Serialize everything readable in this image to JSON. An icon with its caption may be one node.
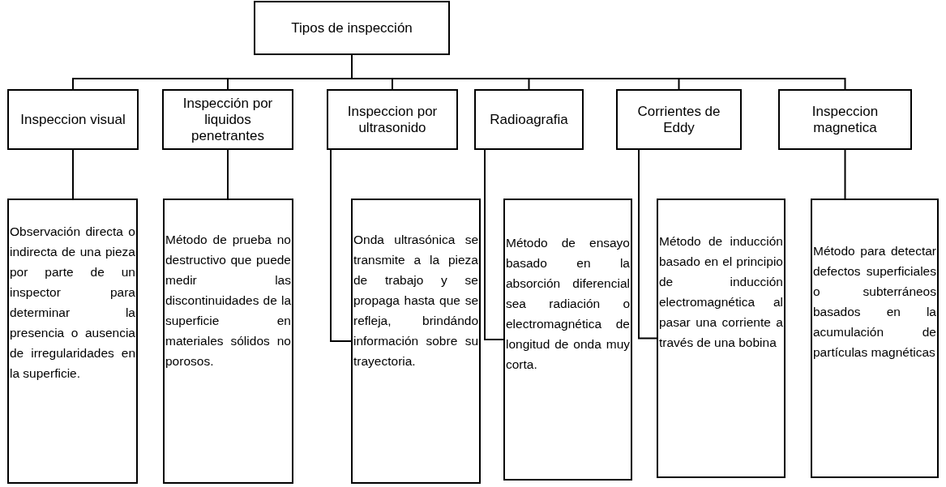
{
  "diagram": {
    "nodes": [
      {
        "text": [
          "Tipos de inspección"
        ]
      },
      {
        "text": [
          "Inspeccion visual"
        ]
      },
      {
        "text": [
          "Inspección por liquidos penetrantes"
        ]
      },
      {
        "text": [
          "Inspeccion por ultrasonido"
        ]
      },
      {
        "text": [
          "Radioagrafia"
        ]
      },
      {
        "text": [
          "Corrientes de Eddy"
        ]
      },
      {
        "text": [
          "Inspeccion magnetica"
        ]
      },
      {
        "text": [
          "Observación directa o indirecta de una pieza por parte de un inspector para determinar la presencia o ausencia de irregularidades en la superficie."
        ]
      },
      {
        "text": [
          "Método de prueba no destructivo que puede medir las discontinuidades de la superficie en materiales sólidos no porosos."
        ]
      },
      {
        "text": [
          "Onda ultrasónica se transmite a la pieza de trabajo y se propaga hasta que se refleja, brindándo información sobre su trayectoria."
        ]
      },
      {
        "text": [
          "Método de ensayo basado en la absorción diferencial sea radiación o electromagnética de longitud de onda muy corta."
        ]
      },
      {
        "text": [
          "Método de inducción basado en el principio de inducción electromagnética al pasar una corriente a través de una bobina"
        ]
      },
      {
        "text": [
          "Método para detectar defectos superficiales o subterráneos basados en la acumulación de partículas magnéticas"
        ]
      }
    ],
    "edges": [
      {
        "from": 0,
        "to": 1,
        "arrow": "none"
      },
      {
        "from": 0,
        "to": 2,
        "arrow": "none"
      },
      {
        "from": 0,
        "to": 3,
        "arrow": "none"
      },
      {
        "from": 0,
        "to": 4,
        "arrow": "none"
      },
      {
        "from": 0,
        "to": 5,
        "arrow": "none"
      },
      {
        "from": 0,
        "to": 6,
        "arrow": "none"
      },
      {
        "from": 1,
        "to": 7,
        "arrow": "none"
      },
      {
        "from": 2,
        "to": 8,
        "arrow": "none"
      },
      {
        "from": 3,
        "to": 9,
        "arrow": "none"
      },
      {
        "from": 4,
        "to": 10,
        "arrow": "none"
      },
      {
        "from": 5,
        "to": 11,
        "arrow": "none"
      },
      {
        "from": 6,
        "to": 12,
        "arrow": "none"
      }
    ]
  }
}
